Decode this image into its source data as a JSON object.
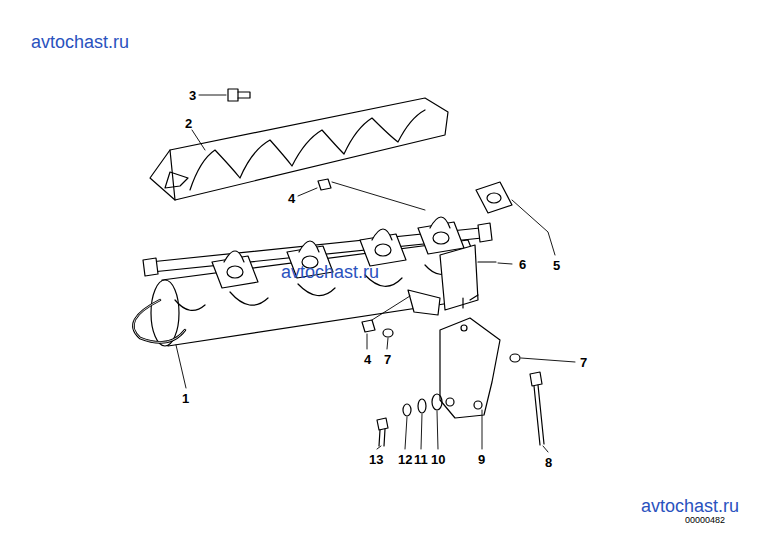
{
  "diagram": {
    "labels": [
      "avtochast.ru",
      "3",
      "2",
      "4",
      "5",
      "6",
      "avtochast.ru",
      "1",
      "4",
      "7",
      "7",
      "13",
      "12",
      "11",
      "10",
      "9",
      "8",
      "avtochast.ru",
      "00000482"
    ]
  }
}
